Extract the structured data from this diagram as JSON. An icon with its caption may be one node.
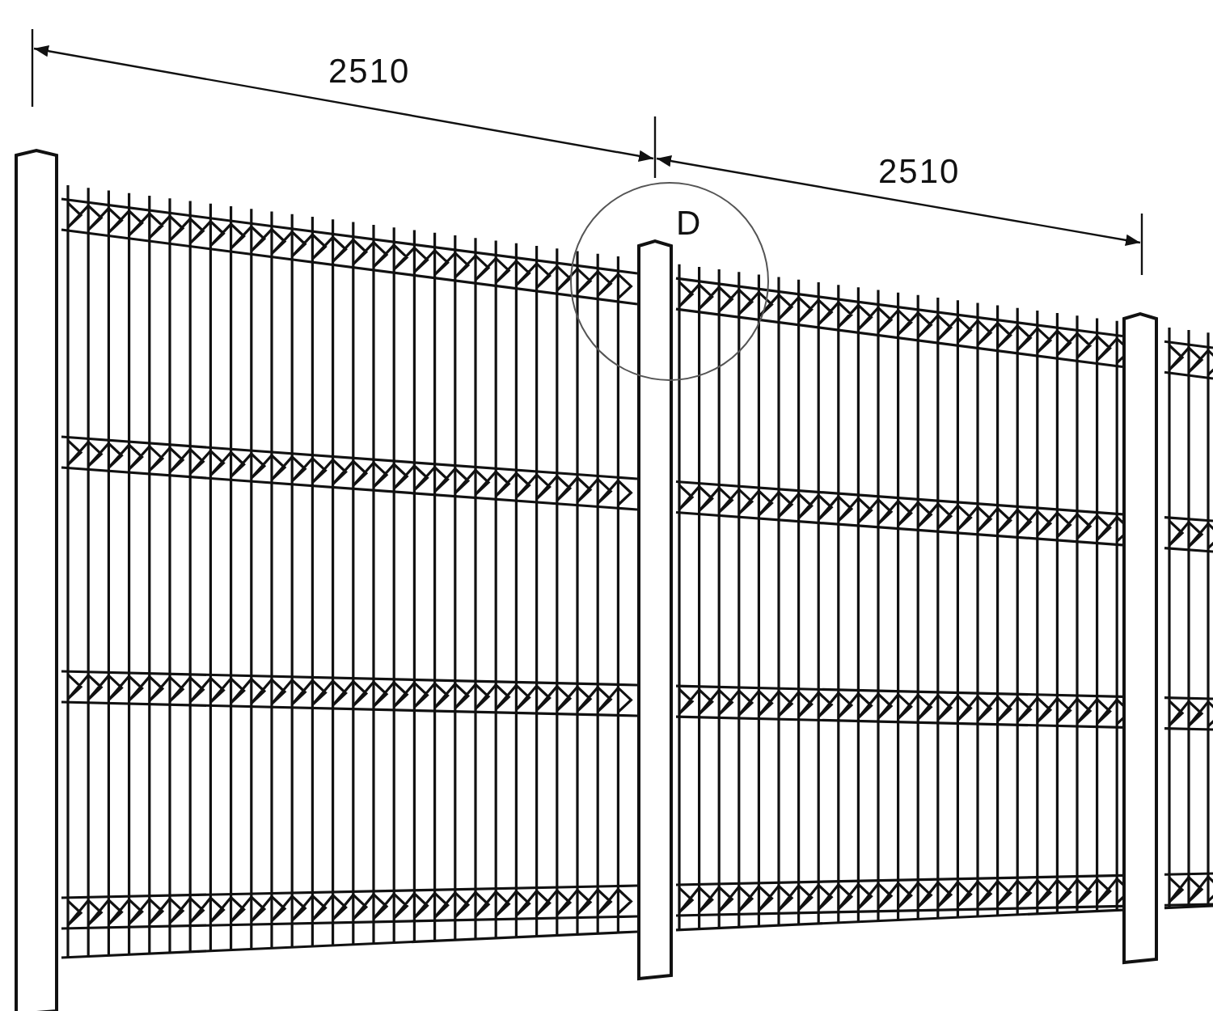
{
  "diagram": {
    "labels": [
      "2510",
      "2510",
      "D"
    ]
  }
}
